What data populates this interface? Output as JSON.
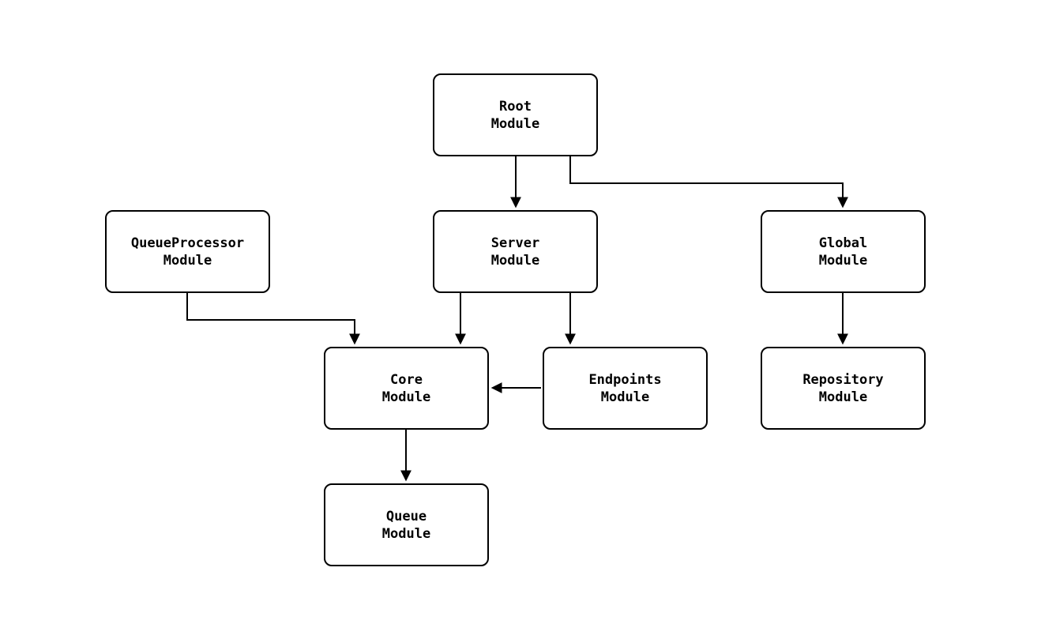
{
  "diagram": {
    "type": "flowchart",
    "direction": "top-down",
    "colors": {
      "background": "#ffffff",
      "node_fill": "#ffffff",
      "node_border": "#000000",
      "text": "#000000",
      "edge": "#000000"
    },
    "nodes": {
      "root": {
        "label": "Root\nModule"
      },
      "server": {
        "label": "Server\nModule"
      },
      "global": {
        "label": "Global\nModule"
      },
      "queueProcessor": {
        "label": "QueueProcessor\nModule"
      },
      "core": {
        "label": "Core\nModule"
      },
      "endpoints": {
        "label": "Endpoints\nModule"
      },
      "repository": {
        "label": "Repository\nModule"
      },
      "queue": {
        "label": "Queue\nModule"
      }
    },
    "edges": [
      {
        "from": "Root Module",
        "to": "Server Module"
      },
      {
        "from": "Root Module",
        "to": "Global Module"
      },
      {
        "from": "QueueProcessor Module",
        "to": "Core Module"
      },
      {
        "from": "Server Module",
        "to": "Core Module"
      },
      {
        "from": "Server Module",
        "to": "Endpoints Module"
      },
      {
        "from": "Endpoints Module",
        "to": "Core Module"
      },
      {
        "from": "Global Module",
        "to": "Repository Module"
      },
      {
        "from": "Core Module",
        "to": "Queue Module"
      }
    ]
  }
}
